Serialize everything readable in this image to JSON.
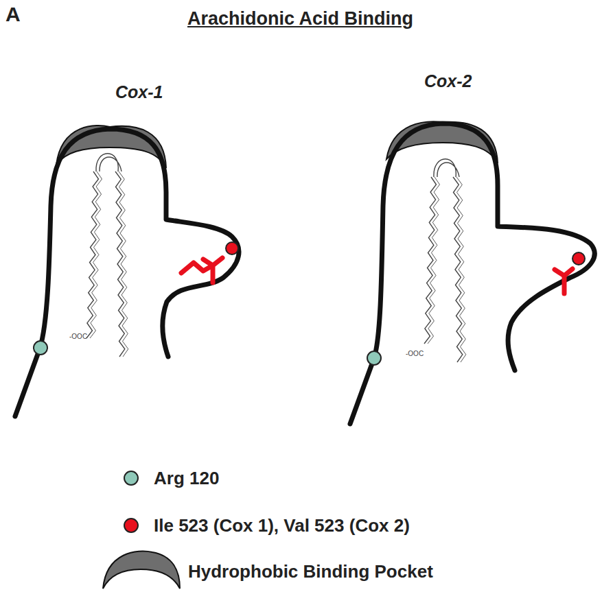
{
  "diagram": {
    "title": "Arachidonic Acid Binding",
    "labels": [
      "A",
      "Cox-1",
      "Cox-2",
      "-OOC",
      "-OOC"
    ],
    "legend": [
      {
        "text": "Arg 120",
        "color": "#8fc9b9"
      },
      {
        "text": "Ile 523 (Cox 1), Val 523 (Cox 2)",
        "color": "#e8101e"
      },
      {
        "text": "Hydrophobic Binding Pocket"
      }
    ]
  }
}
